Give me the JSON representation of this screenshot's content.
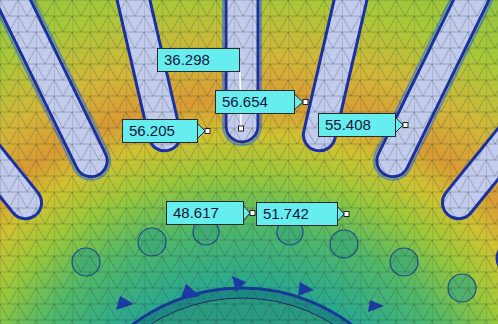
{
  "diagram": {
    "labels": [
      "36.298",
      "56.654",
      "56.205",
      "55.408",
      "48.617",
      "51.742"
    ]
  }
}
